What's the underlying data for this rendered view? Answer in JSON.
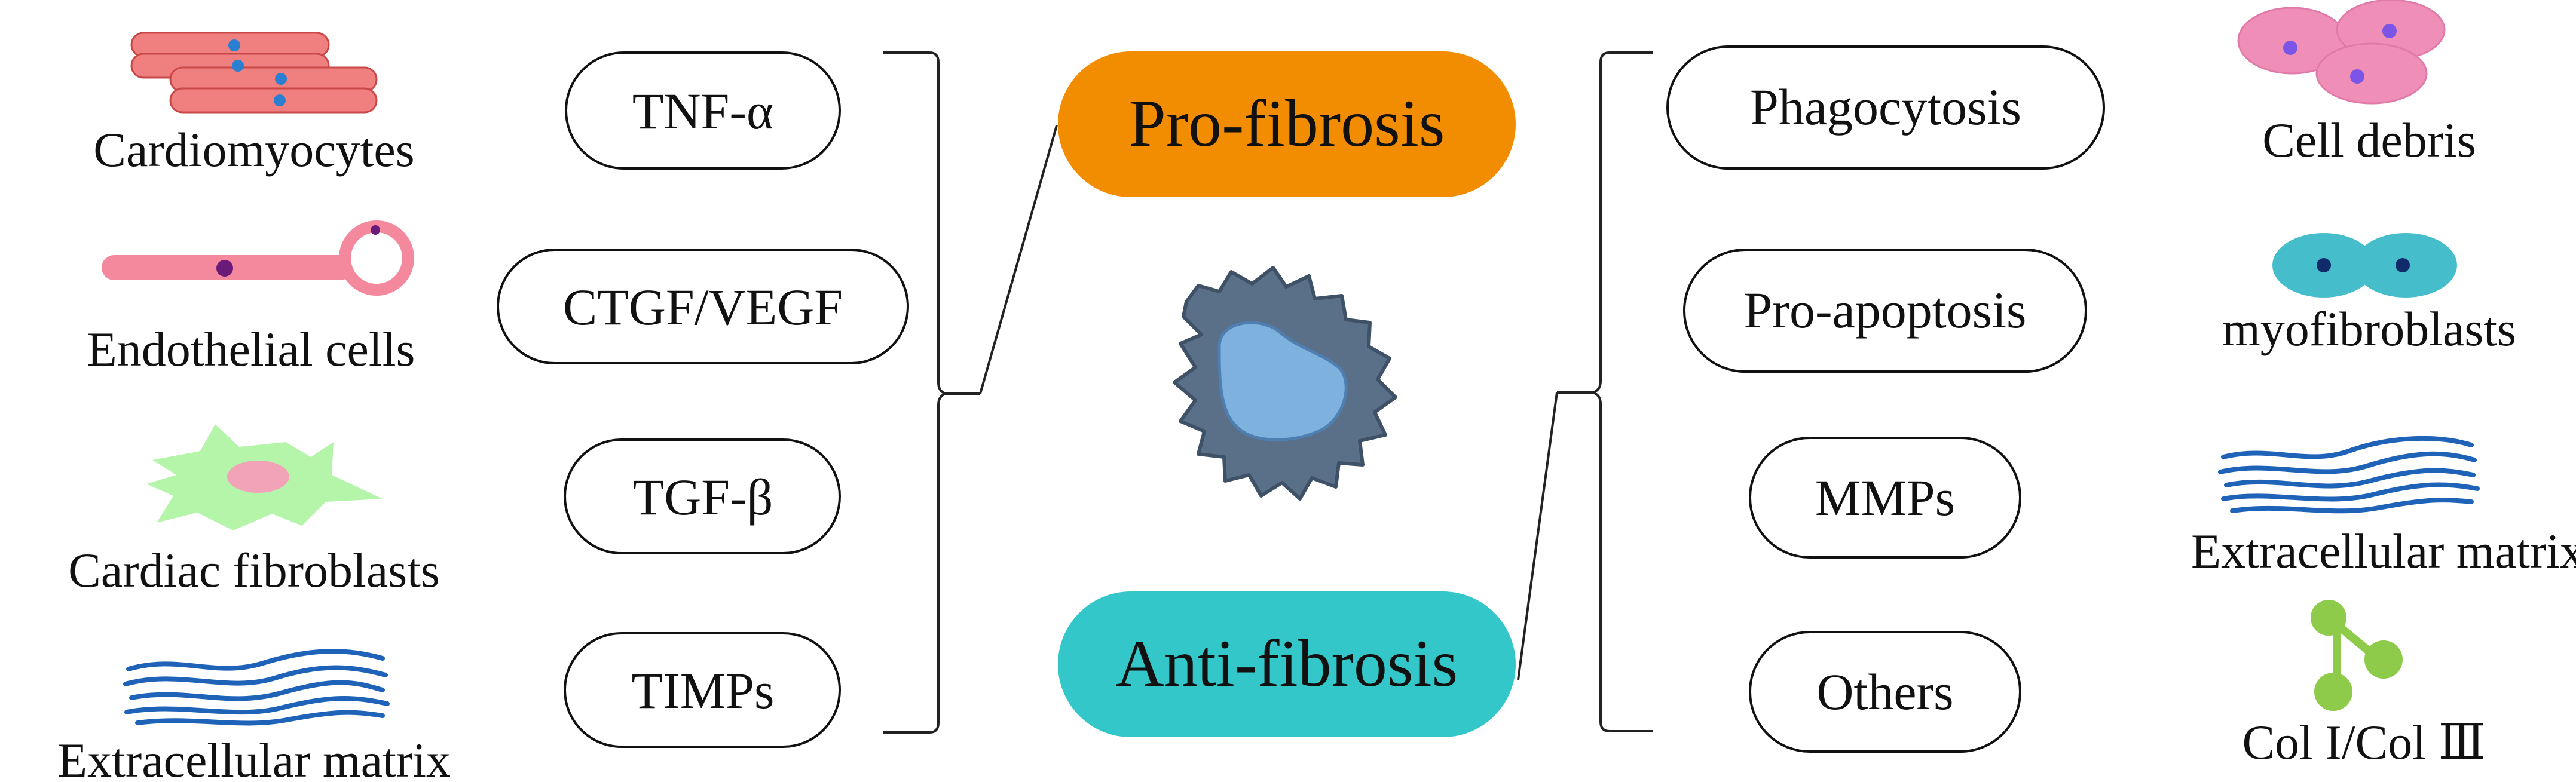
{
  "left_cells": {
    "cardiomyocytes": "Cardiomyocytes",
    "endothelial": "Endothelial cells",
    "fibroblasts": "Cardiac fibroblasts",
    "ecm": "Extracellular matrix"
  },
  "left_factors": [
    "TNF-α",
    "CTGF/VEGF",
    "TGF-β",
    "TIMPs"
  ],
  "center": {
    "pro": "Pro-fibrosis",
    "anti": "Anti-fibrosis"
  },
  "right_functions": [
    "Phagocytosis",
    "Pro-apoptosis",
    "MMPs",
    "Others"
  ],
  "right_targets": {
    "debris": "Cell debris",
    "myofibroblasts": "myofibroblasts",
    "ecm": "Extracellular matrix",
    "collagen": "Col I/Col Ⅲ"
  },
  "colors": {
    "pro": "#F28C00",
    "anti": "#34C7C9",
    "macrophage": "#5A7088",
    "macrophage_nucleus": "#7FB1DE",
    "cardiomyocyte": "#F08080",
    "nucleus_blue": "#2A7FD0",
    "endothelial": "#F4899E",
    "fibroblast": "#B4F5AA",
    "fibroblast_nucleus": "#F2A3B7",
    "ecm": "#1E63B8",
    "debris": "#EF8FB8",
    "myofibroblast": "#45BDCB",
    "collagen": "#8FCB4A"
  },
  "icons": [
    "cardiomyocyte-icon",
    "endothelial-cell-icon",
    "fibroblast-icon",
    "ecm-fibers-icon",
    "macrophage-icon",
    "cell-debris-icon",
    "myofibroblast-icon",
    "collagen-icon"
  ]
}
